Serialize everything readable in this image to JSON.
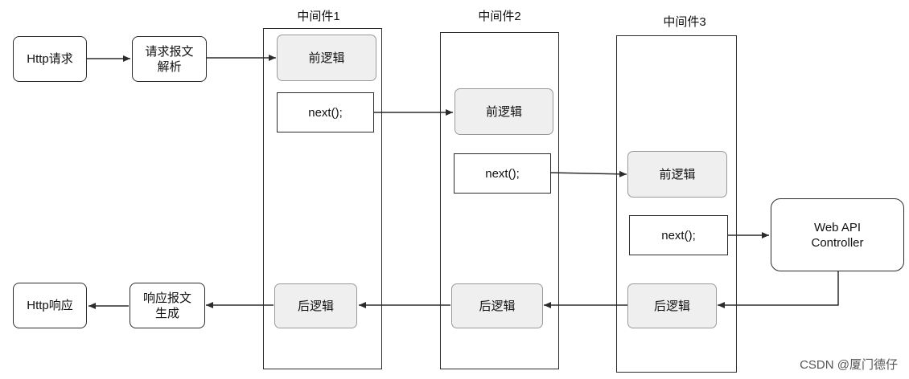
{
  "nodes": {
    "http_request": "Http请求",
    "parse": [
      "请求报文",
      "解析"
    ],
    "generate": [
      "响应报文",
      "生成"
    ],
    "http_response": "Http响应",
    "controller": [
      "Web API",
      "Controller"
    ]
  },
  "middlewares": [
    {
      "title": "中间件1",
      "pre": "前逻辑",
      "next": "next();",
      "post": "后逻辑"
    },
    {
      "title": "中间件2",
      "pre": "前逻辑",
      "next": "next();",
      "post": "后逻辑"
    },
    {
      "title": "中间件3",
      "pre": "前逻辑",
      "next": "next();",
      "post": "后逻辑"
    }
  ],
  "watermark": "CSDN @厦门德仔",
  "colors": {
    "line": "#2b2b2b",
    "logic_fill": "#efefef",
    "logic_border": "#9a9a9a"
  }
}
